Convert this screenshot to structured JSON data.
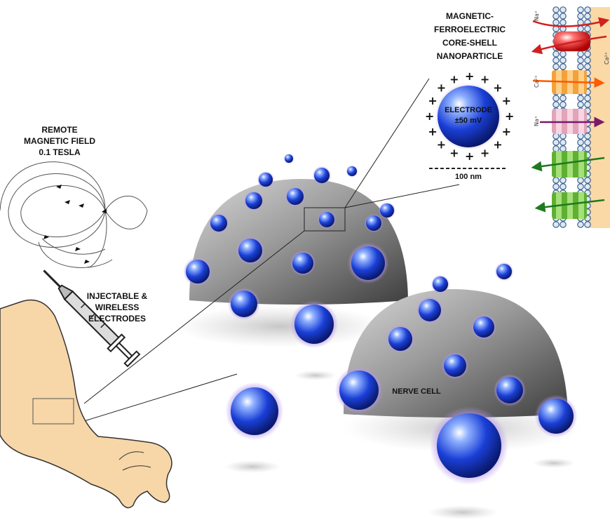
{
  "labels": {
    "remote_field": [
      "REMOTE",
      "MAGNETIC FIELD",
      "0.1 TESLA"
    ],
    "injectable": [
      "INJECTABLE &",
      "WIRELESS",
      "ELECTRODES"
    ],
    "nanoparticle": [
      "MAGNETIC-",
      "FERROELECTRIC",
      "CORE-SHELL",
      "NANOPARTICLE"
    ],
    "electrode": [
      "ELECTRODE",
      "±50 mV"
    ],
    "scale": "100 nm",
    "nerve_cell": "NERVE CELL"
  },
  "ions": {
    "top": "Na⁺",
    "top_right": "Ca²⁺",
    "calcium": "Ca²⁺",
    "sodium": "Na⁺"
  },
  "icons": [
    "magnetic-field-icon",
    "syringe-icon",
    "arm-icon",
    "ion-channel-icon"
  ],
  "colors": {
    "particle": "#1a3fd6",
    "particle_glow": "#9b6ed8",
    "cell": "#8a8a8a",
    "skin": "#f7d6a8",
    "membrane": "#4a6fa5"
  }
}
